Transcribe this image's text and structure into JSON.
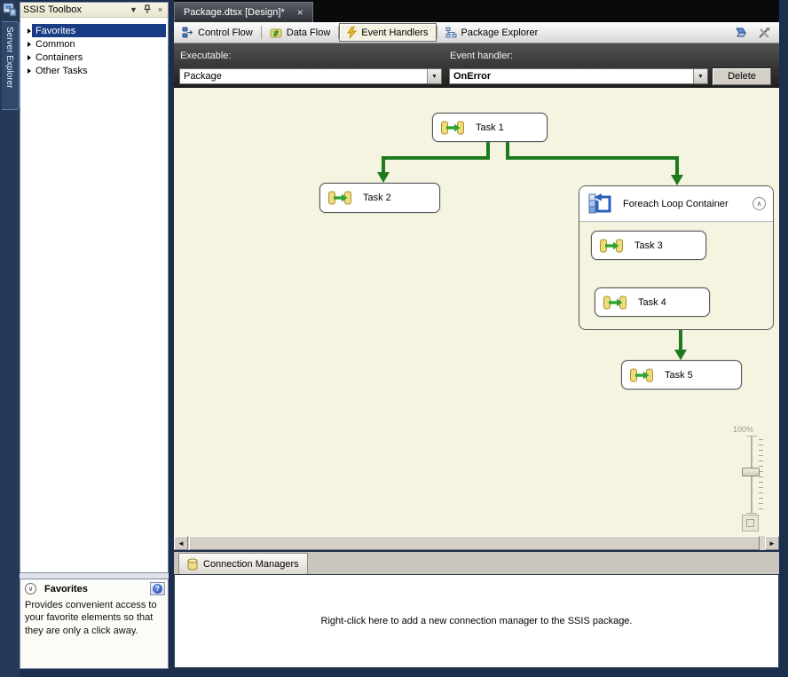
{
  "window": {
    "doc_tab": "Package.dtsx [Design]*"
  },
  "icons": {
    "dropdown": "▼",
    "close": "×",
    "chevron_up": "∧",
    "chevron_down": "∨",
    "help": "?",
    "scroll_left": "◄",
    "scroll_right": "►"
  },
  "server_explorer": {
    "label": "Server Explorer"
  },
  "ssis_toolbox": {
    "title": "SSIS Toolbox",
    "items": [
      {
        "label": "Favorites",
        "selected": true
      },
      {
        "label": "Common",
        "selected": false
      },
      {
        "label": "Containers",
        "selected": false
      },
      {
        "label": "Other Tasks",
        "selected": false
      }
    ]
  },
  "favorites_panel": {
    "title": "Favorites",
    "description": "Provides convenient access to your favorite elements so that they are only a click away."
  },
  "design_tabs": [
    {
      "label": "Control Flow",
      "active": false
    },
    {
      "label": "Data Flow",
      "active": false
    },
    {
      "label": "Event Handlers",
      "active": true
    },
    {
      "label": "Package Explorer",
      "active": false
    }
  ],
  "event_editor": {
    "executable_label": "Executable:",
    "executable_value": "Package",
    "event_handler_label": "Event handler:",
    "event_handler_value": "OnError",
    "delete_button": "Delete"
  },
  "diagram": {
    "tasks": [
      {
        "label": "Task 1"
      },
      {
        "label": "Task 2"
      },
      {
        "label": "Task 3"
      },
      {
        "label": "Task 4"
      },
      {
        "label": "Task 5"
      }
    ],
    "container": {
      "title": "Foreach Loop Container"
    },
    "zoom_level": "100%"
  },
  "connection_managers": {
    "tab_label": "Connection Managers",
    "hint": "Right-click here to add a new connection manager to the SSIS package."
  },
  "colors": {
    "selection_navy": "#1a3c85",
    "canvas_bg": "#f5f4e0",
    "arrow_green": "#1e7a1e",
    "chrome_navy": "#263a58"
  }
}
